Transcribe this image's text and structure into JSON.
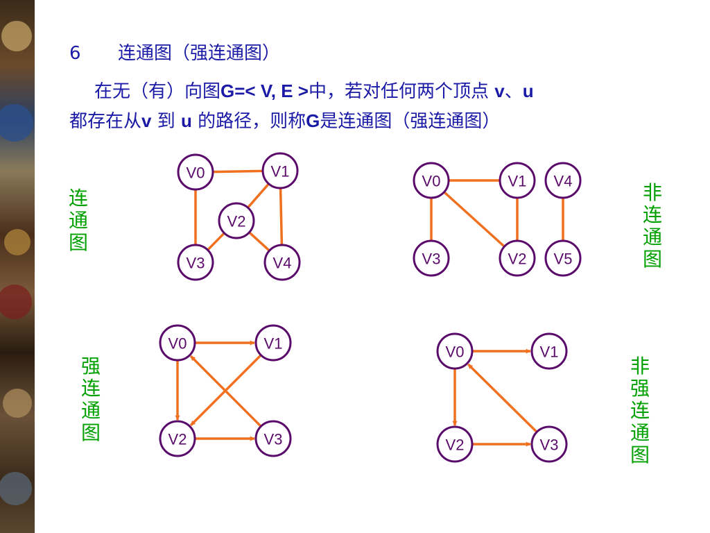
{
  "heading": {
    "number": "6",
    "title": "连通图（强连通图）"
  },
  "definition": {
    "line1_a": "在无（有）向图",
    "line1_b": "G=< V, E >",
    "line1_c": "中，若对任何两个顶点 ",
    "line1_d": "v",
    "line1_e": "、",
    "line1_f": "u",
    "line2_a": "都存在从",
    "line2_b": "v",
    "line2_c": " 到 ",
    "line2_d": "u",
    "line2_e": " 的路径，则称",
    "line2_f": "G",
    "line2_g": "是连通图（强连通图）"
  },
  "labels": {
    "connected": [
      "连",
      "通",
      "图"
    ],
    "not_connected": [
      "非",
      "连",
      "通",
      "图"
    ],
    "strongly_connected": [
      "强",
      "连",
      "通",
      "图"
    ],
    "not_strongly_connected": [
      "非",
      "强",
      "连",
      "通",
      "图"
    ]
  },
  "colors": {
    "edge": "#f07020",
    "node_stroke": "#5a0a6a",
    "text_blue": "#1a1aa6",
    "label_green": "#00a000"
  },
  "graphs": [
    {
      "id": "connected",
      "directed": false,
      "nodes": [
        {
          "id": "V0",
          "label": "V0"
        },
        {
          "id": "V1",
          "label": "V1"
        },
        {
          "id": "V2",
          "label": "V2"
        },
        {
          "id": "V3",
          "label": "V3"
        },
        {
          "id": "V4",
          "label": "V4"
        }
      ],
      "edges": [
        [
          "V0",
          "V1"
        ],
        [
          "V0",
          "V3"
        ],
        [
          "V1",
          "V2"
        ],
        [
          "V1",
          "V4"
        ],
        [
          "V2",
          "V3"
        ],
        [
          "V2",
          "V4"
        ]
      ]
    },
    {
      "id": "not_connected",
      "directed": false,
      "nodes": [
        {
          "id": "V0",
          "label": "V0"
        },
        {
          "id": "V1",
          "label": "V1"
        },
        {
          "id": "V4",
          "label": "V4"
        },
        {
          "id": "V3",
          "label": "V3"
        },
        {
          "id": "V2",
          "label": "V2"
        },
        {
          "id": "V5",
          "label": "V5"
        }
      ],
      "edges": [
        [
          "V0",
          "V1"
        ],
        [
          "V0",
          "V3"
        ],
        [
          "V0",
          "V2"
        ],
        [
          "V1",
          "V2"
        ],
        [
          "V4",
          "V5"
        ]
      ]
    },
    {
      "id": "strongly_connected",
      "directed": true,
      "nodes": [
        {
          "id": "V0",
          "label": "V0"
        },
        {
          "id": "V1",
          "label": "V1"
        },
        {
          "id": "V2",
          "label": "V2"
        },
        {
          "id": "V3",
          "label": "V3"
        }
      ],
      "edges": [
        [
          "V0",
          "V1"
        ],
        [
          "V0",
          "V2"
        ],
        [
          "V1",
          "V2"
        ],
        [
          "V3",
          "V0"
        ],
        [
          "V2",
          "V3"
        ]
      ]
    },
    {
      "id": "not_strongly_connected",
      "directed": true,
      "nodes": [
        {
          "id": "V0",
          "label": "V0"
        },
        {
          "id": "V1",
          "label": "V1"
        },
        {
          "id": "V2",
          "label": "V2"
        },
        {
          "id": "V3",
          "label": "V3"
        }
      ],
      "edges": [
        [
          "V0",
          "V1"
        ],
        [
          "V0",
          "V2"
        ],
        [
          "V2",
          "V3"
        ],
        [
          "V3",
          "V0"
        ]
      ]
    }
  ]
}
